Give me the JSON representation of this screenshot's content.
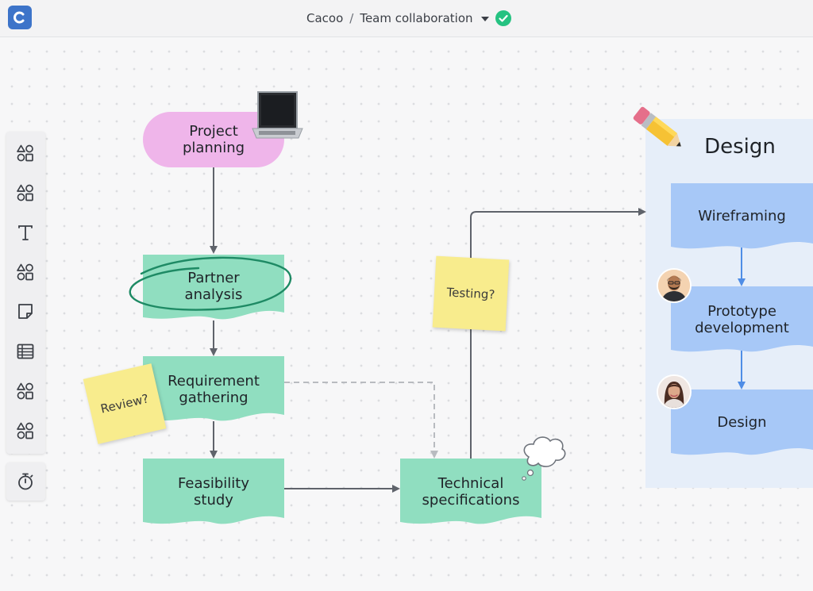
{
  "app": {
    "logo_letter": "C",
    "brand": "Cacoo",
    "separator": "/",
    "document_title": "Team collaboration"
  },
  "toolbar": {
    "tools": [
      {
        "name": "shapes-tool",
        "icon": "shapes-icon"
      },
      {
        "name": "shapes-tool-2",
        "icon": "shapes-icon"
      },
      {
        "name": "text-tool",
        "icon": "text-icon"
      },
      {
        "name": "shapes-tool-3",
        "icon": "shapes-icon"
      },
      {
        "name": "sticky-note-tool",
        "icon": "sticky-note-icon"
      },
      {
        "name": "table-tool",
        "icon": "table-icon"
      },
      {
        "name": "shapes-tool-4",
        "icon": "shapes-icon"
      },
      {
        "name": "shapes-tool-5",
        "icon": "shapes-icon"
      }
    ],
    "timer_icon": "stopwatch-icon"
  },
  "diagram": {
    "nodes": {
      "project_planning": "Project\nplanning",
      "partner_analysis": "Partner\nanalysis",
      "requirement_gathering": "Requirement\ngathering",
      "feasibility_study": "Feasibility\nstudy",
      "technical_specifications": "Technical\nspecifications"
    },
    "design_panel": {
      "title": "Design",
      "steps": {
        "wireframing": "Wireframing",
        "prototype_development": "Prototype\ndevelopment",
        "design": "Design"
      }
    },
    "sticky_notes": {
      "review": "Review?",
      "testing": "Testing?"
    }
  },
  "colors": {
    "accent": "#3d74c9",
    "status_check": "#25c281",
    "pink_node": "#efb5ea",
    "green_node": "#90dec0",
    "blue_node": "#a7c8f7",
    "design_panel": "#e6eef9",
    "sticky": "#f8ec8d"
  }
}
